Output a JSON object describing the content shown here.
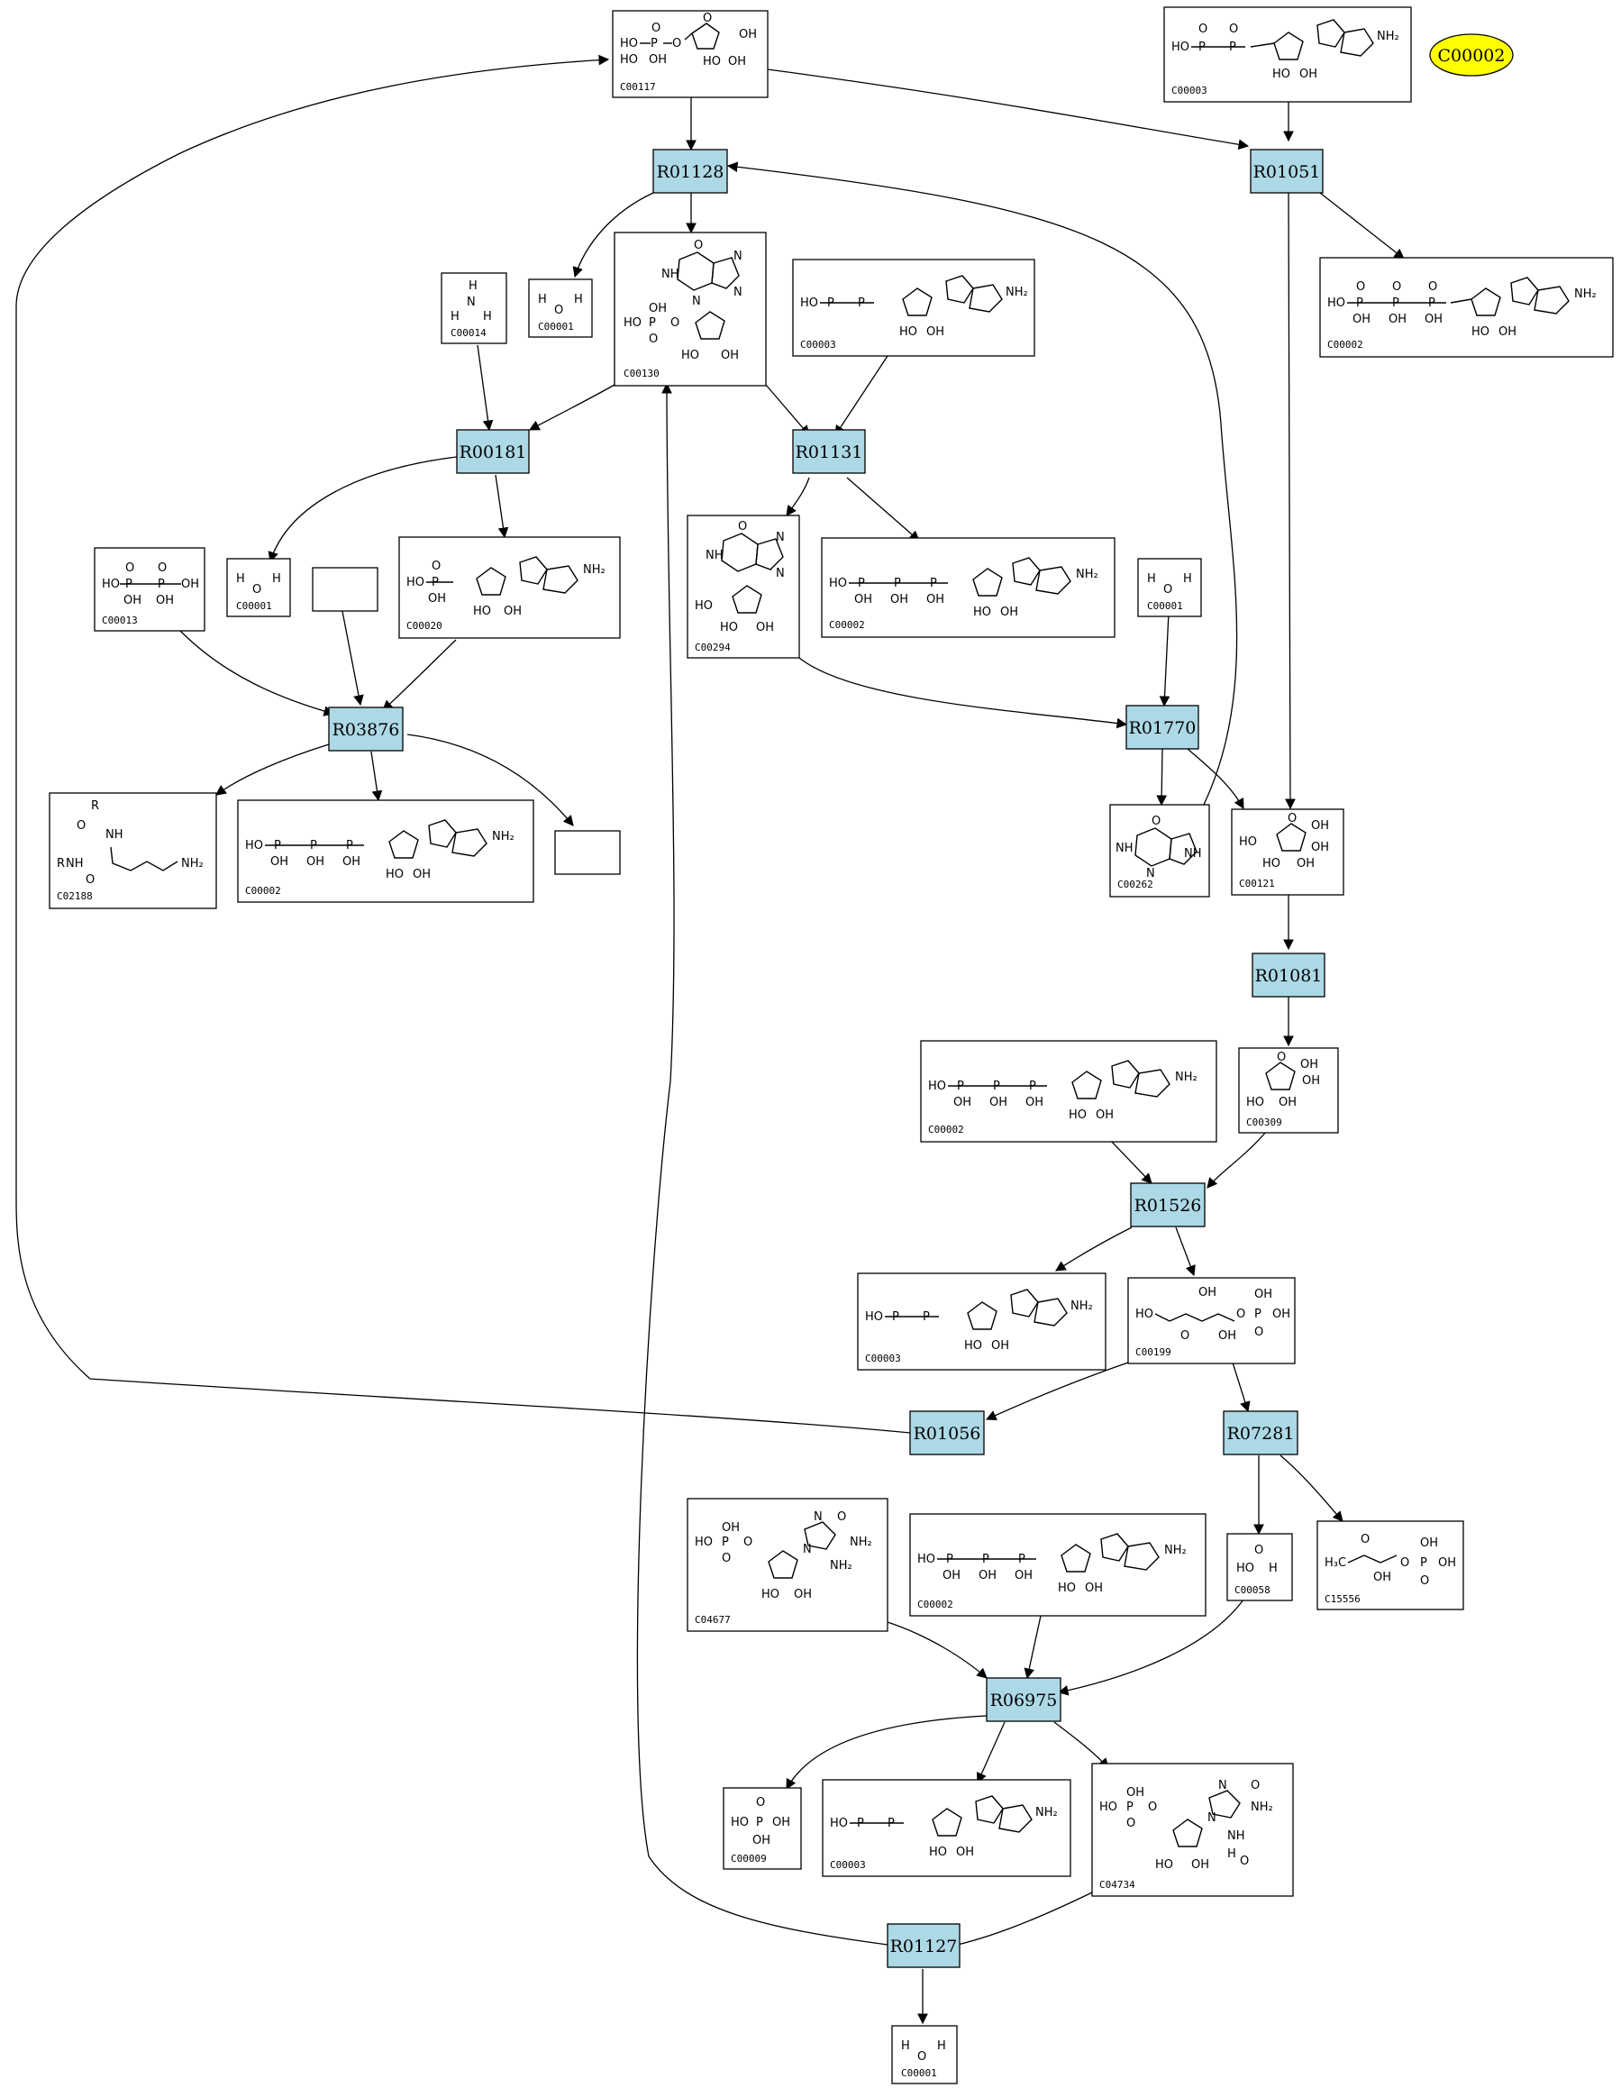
{
  "target_compound": "C00002",
  "reactions": {
    "R01128": "R01128",
    "R01051": "R01051",
    "R00181": "R00181",
    "R01131": "R01131",
    "R03876": "R03876",
    "R01770": "R01770",
    "R01081": "R01081",
    "R01526": "R01526",
    "R01056": "R01056",
    "R07281": "R07281",
    "R06975": "R06975",
    "R01127": "R01127"
  },
  "compounds": {
    "c_top": "C00117",
    "c_atp_top": "C00003",
    "c_adp_r": "C00002",
    "c_h2o_1": "C00001",
    "c_nh3": "C00014",
    "c_imp": "C00130",
    "c_nad_2": "C00003",
    "c_h2o_2": "C00001",
    "c_ppi": "C00013",
    "c_amp": "C00020",
    "c_inosine": "C00294",
    "c_atp_3": "C00002",
    "c_h2o_3": "C00001",
    "c_lys": "C02188",
    "c_atp_4": "C00002",
    "c_hyp": "C00262",
    "c_ribose": "C00121",
    "c_atp_5": "C00002",
    "c_c00309": "C00309",
    "c_adp_6": "C00003",
    "c_c00199": "C00199",
    "c_aicar": "C04677",
    "c_atp_7": "C00002",
    "c_c00058": "C00058",
    "c_c15556": "C15556",
    "c_pi": "C00009",
    "c_adp_8": "C00003",
    "c_fai": "C04734",
    "c_h2o_final": "C00001"
  },
  "atoms": {
    "oh": "OH",
    "ho": "HO",
    "o": "O",
    "p": "P",
    "n": "N",
    "nh": "NH",
    "nh2": "NH₂",
    "h": "H",
    "r": "R",
    "ch3": "H₃C"
  }
}
